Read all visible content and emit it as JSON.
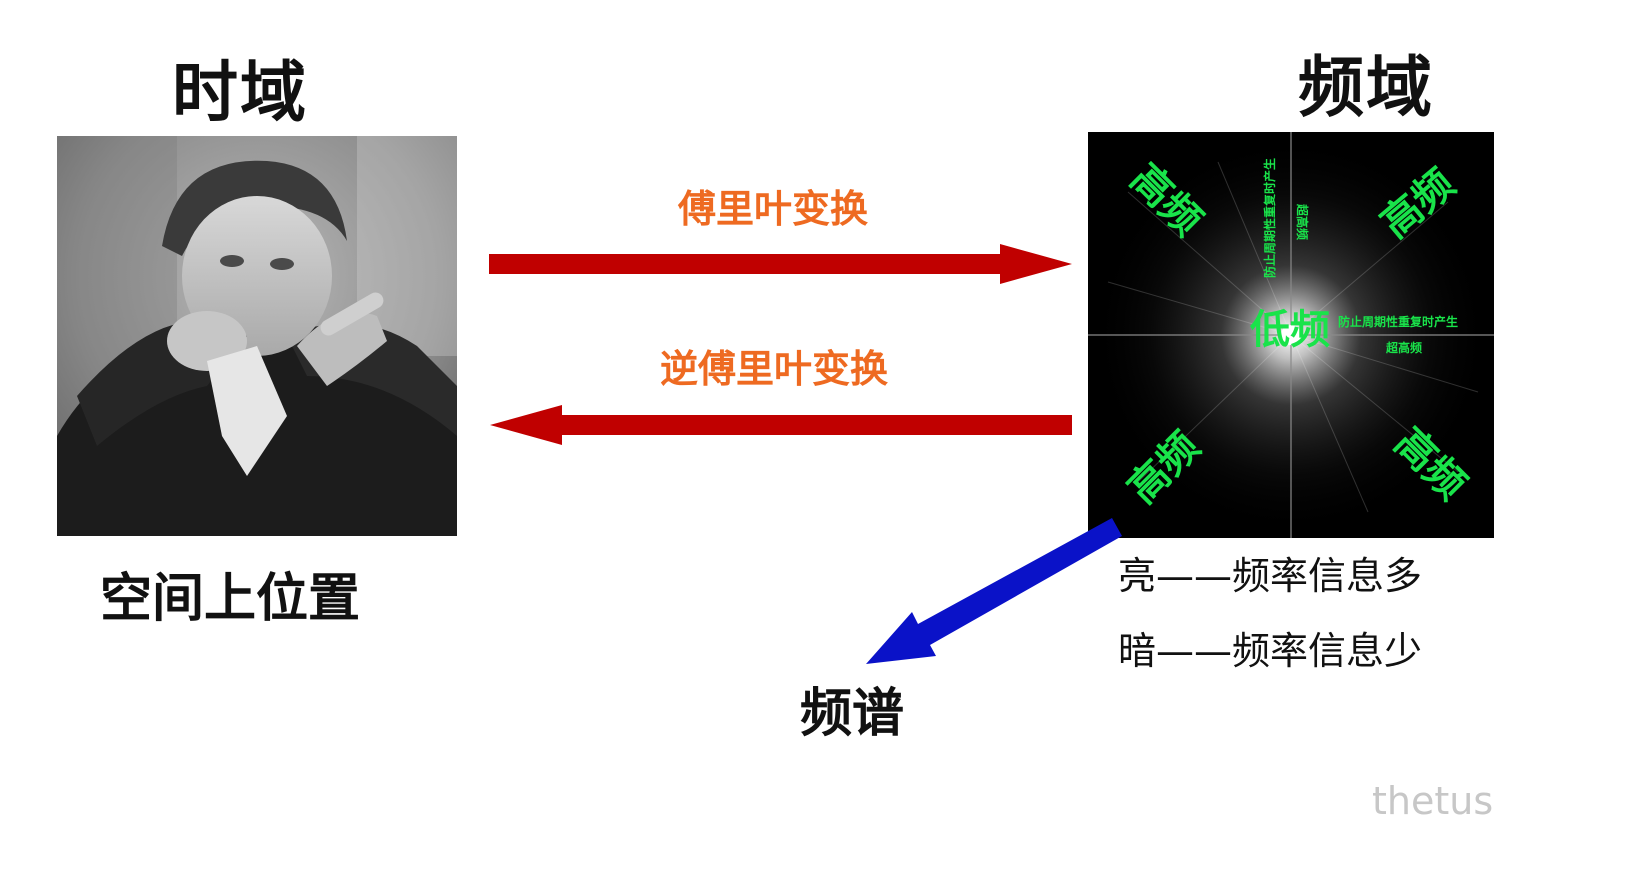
{
  "titles": {
    "time_domain": "时域",
    "frequency_domain": "频域"
  },
  "arrows": {
    "forward_label": "傅里叶变换",
    "inverse_label": "逆傅里叶变换",
    "color": "#c00000",
    "pointer_color": "#0a12c8",
    "label_color": "#ee6a21"
  },
  "captions": {
    "spatial": "空间上位置",
    "spectrum": "频谱"
  },
  "spectrum_labels": {
    "high": "高频",
    "low": "低频",
    "note_line1": "防止周期性重复时产生",
    "note_line2": "超高频",
    "label_color": "#19e34a"
  },
  "legend": {
    "bright": "亮——频率信息多",
    "dark": "暗——频率信息少"
  },
  "watermark": "thetus"
}
